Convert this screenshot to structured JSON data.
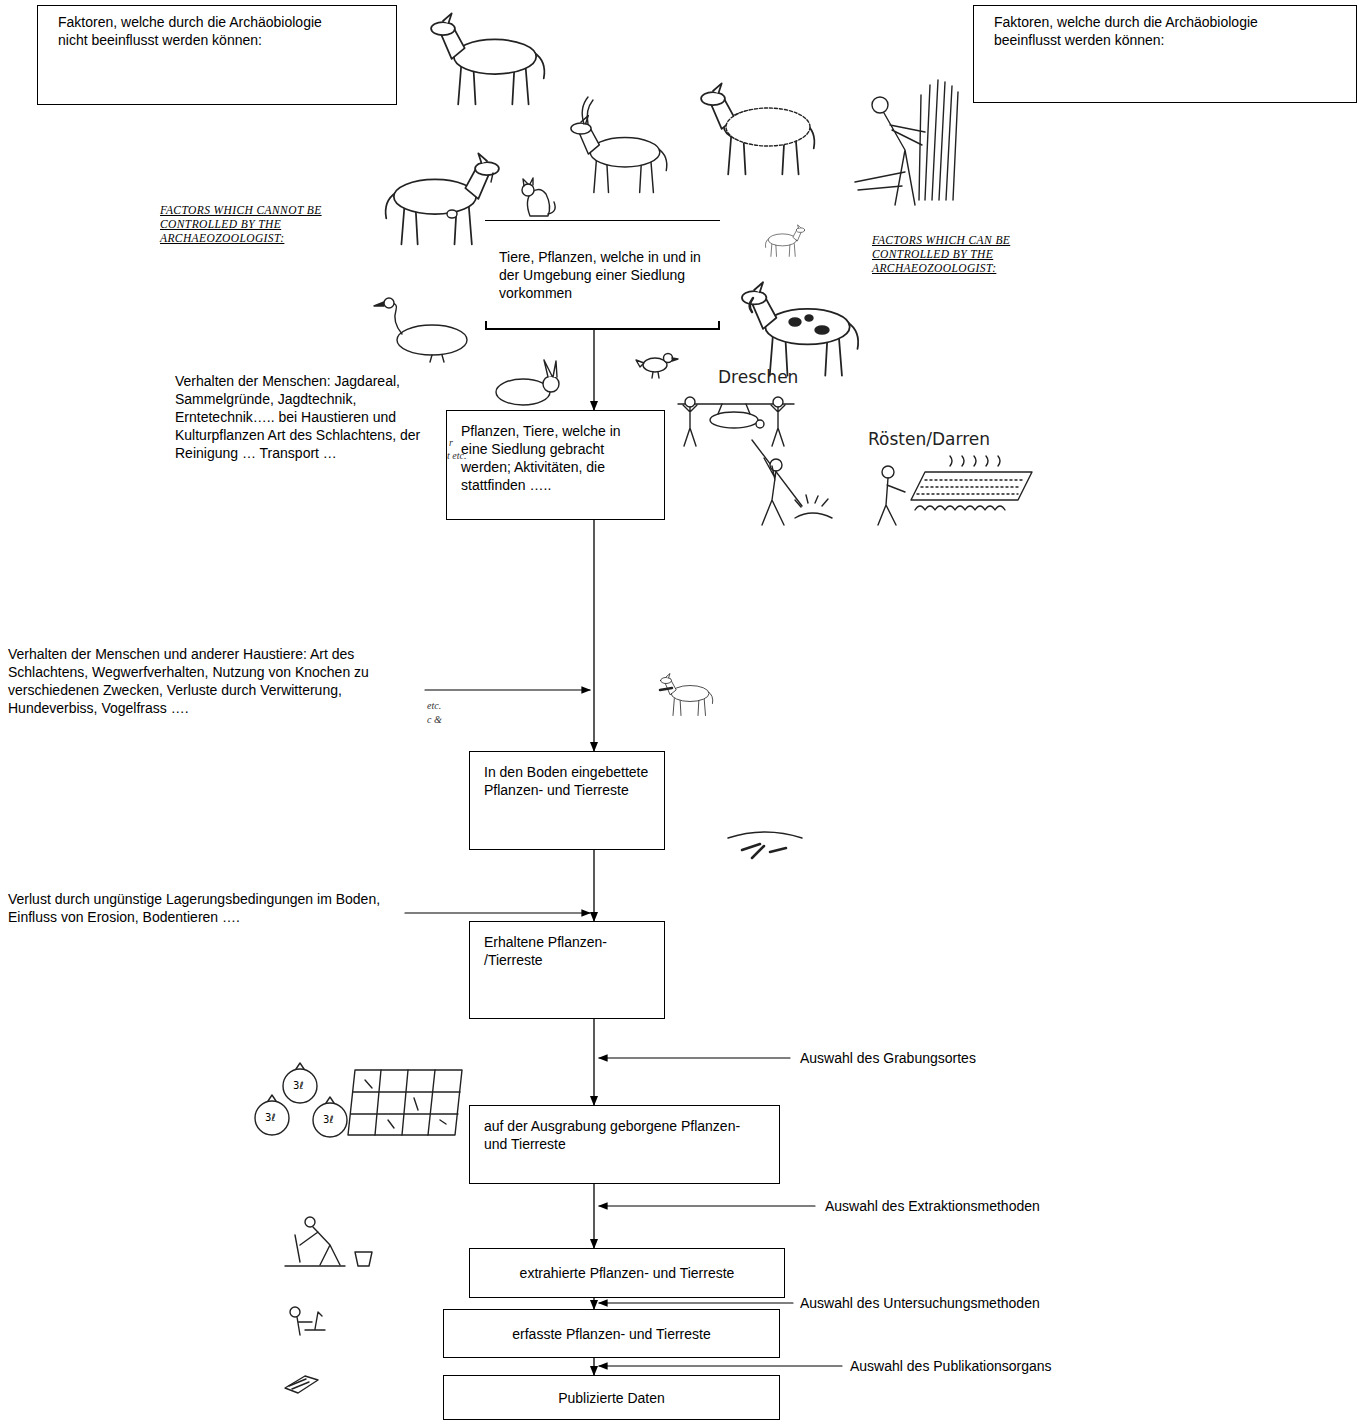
{
  "diagram": {
    "nodes": [
      {
        "text": [
          "Faktoren, welche durch die Archäobiologie nicht beeinflusst werden können:"
        ]
      },
      {
        "text": [
          "Faktoren, welche durch die Archäobiologie beeinflusst werden können:"
        ]
      },
      {
        "text": [
          "Tiere, Pflanzen, welche in und in der Umgebung einer Siedlung vorkommen"
        ]
      },
      {
        "text": [
          "Pflanzen, Tiere, welche in eine Siedlung gebracht werden; Aktivitäten, die stattfinden ….."
        ]
      },
      {
        "text": [
          "In den Boden eingebettete Pflanzen- und Tierreste"
        ]
      },
      {
        "text": [
          "Erhaltene Pflanzen- /Tierreste"
        ]
      },
      {
        "text": [
          "auf der Ausgrabung geborgene Pflanzen- und Tierreste"
        ]
      },
      {
        "text": [
          "extrahierte Pflanzen- und Tierreste"
        ]
      },
      {
        "text": [
          "erfasste Pflanzen- und Tierreste"
        ]
      },
      {
        "text": [
          "Publizierte Daten"
        ]
      }
    ],
    "edges": [
      {
        "from": 2,
        "to": 3,
        "arrow": "to"
      },
      {
        "from": 3,
        "to": 4,
        "arrow": "to"
      },
      {
        "from": 4,
        "to": 5,
        "arrow": "to"
      },
      {
        "from": 5,
        "to": 6,
        "arrow": "to"
      },
      {
        "from": 6,
        "to": 7,
        "arrow": "to"
      },
      {
        "from": 7,
        "to": 8,
        "arrow": "to"
      },
      {
        "from": 8,
        "to": 9,
        "arrow": "to"
      }
    ],
    "labels": [
      "FACTORS WHICH CANNOT BE CONTROLLED BY THE ARCHAEOZOOLOGIST:",
      "FACTORS WHICH CAN BE CONTROLLED BY THE ARCHAEOZOOLOGIST:",
      "Verhalten der Menschen: Jagdareal, Sammelgründe, Jagdtechnik, Erntetechnik….. bei Haustieren und Kulturpflanzen Art des Schlachtens, der Reinigung … Transport …",
      "Verhalten der Menschen und anderer Haustiere: Art des Schlachtens, Wegwerfverhalten, Nutzung von Knochen zu verschiedenen Zwecken, Verluste durch Verwitterung, Hundeverbiss, Vogelfrass ….",
      "Verlust durch ungünstige Lagerungsbedingungen im Boden, Einfluss von Erosion, Bodentieren ….",
      "Auswahl des Grabungsortes",
      "Auswahl des Extraktionsmethoden",
      "Auswahl des Untersuchungsmethoden",
      "Auswahl des Publikationsorgans",
      "Dreschen",
      "Rösten/Darren",
      "r",
      "t etc.",
      "etc.",
      "c &",
      "3ℓ",
      "3ℓ",
      "3ℓ"
    ]
  }
}
